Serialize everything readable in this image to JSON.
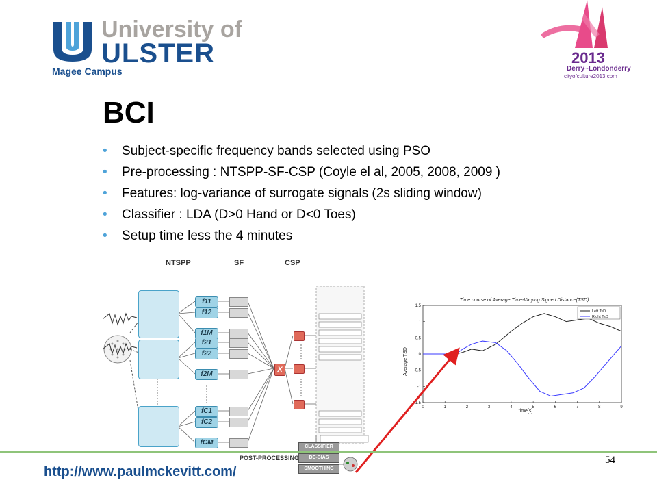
{
  "header": {
    "university_line1": "University of",
    "university_line2": "ULSTER",
    "campus": "Magee Campus",
    "city_year": "2013",
    "city_name": "Derry~Londonderry",
    "city_url": "cityofculture2013.com"
  },
  "slide": {
    "title": "BCI",
    "bullets": [
      "Subject-specific frequency bands selected using PSO",
      "Pre-processing : NTSPP-SF-CSP (Coyle el al, 2005, 2008, 2009 )",
      "Features: log-variance of surrogate signals (2s sliding window)",
      "Classifier : LDA (D>0 Hand or D<0 Toes)",
      "Setup time less the 4 minutes"
    ],
    "url": "http://www.paulmckevitt.com/",
    "page_number": "54"
  },
  "diagram": {
    "labels": {
      "ntspp": "NTSPP",
      "sf": "SF",
      "csp": "CSP",
      "post": "POST-PROCESSING"
    },
    "boxes": [
      "f11",
      "f12",
      "f1M",
      "f21",
      "f22",
      "f2M",
      "fC1",
      "fC2",
      "fCM"
    ],
    "post_steps": [
      "CLASSIFIER",
      "DE-BIAS",
      "SMOOTHING"
    ],
    "x_node": "X"
  },
  "chart_data": {
    "type": "line",
    "title": "Time course of Average Time-Varying Signed Distance(TSD)",
    "xlabel": "time[s]",
    "ylabel": "Average TSD",
    "xlim": [
      0,
      9
    ],
    "ylim": [
      -1.5,
      1.5
    ],
    "xticks": [
      0,
      1,
      2,
      3,
      4,
      5,
      6,
      7,
      8,
      9
    ],
    "yticks": [
      1.5,
      1,
      0.5,
      0,
      -0.5,
      -1,
      -1.5
    ],
    "legend_position": "top-right",
    "series": [
      {
        "name": "Left TsD",
        "color": "#222222",
        "x": [
          0,
          1.5,
          1.8,
          2.2,
          2.7,
          3.3,
          4.0,
          4.5,
          5.0,
          5.5,
          6.0,
          6.5,
          7.0,
          7.5,
          8.0,
          8.5,
          9.0
        ],
        "y": [
          0,
          0,
          0.05,
          0.15,
          0.1,
          0.3,
          0.7,
          0.95,
          1.15,
          1.25,
          1.15,
          1.0,
          1.05,
          1.1,
          0.95,
          0.85,
          0.7
        ]
      },
      {
        "name": "Right TsD",
        "color": "#3a3aff",
        "x": [
          0,
          1.5,
          1.8,
          2.2,
          2.7,
          3.3,
          3.8,
          4.3,
          4.8,
          5.3,
          5.8,
          6.3,
          6.8,
          7.3,
          7.8,
          8.3,
          9.0
        ],
        "y": [
          0,
          0,
          0.15,
          0.3,
          0.4,
          0.35,
          0.1,
          -0.3,
          -0.75,
          -1.15,
          -1.3,
          -1.25,
          -1.2,
          -1.05,
          -0.7,
          -0.3,
          0.25
        ]
      }
    ]
  }
}
